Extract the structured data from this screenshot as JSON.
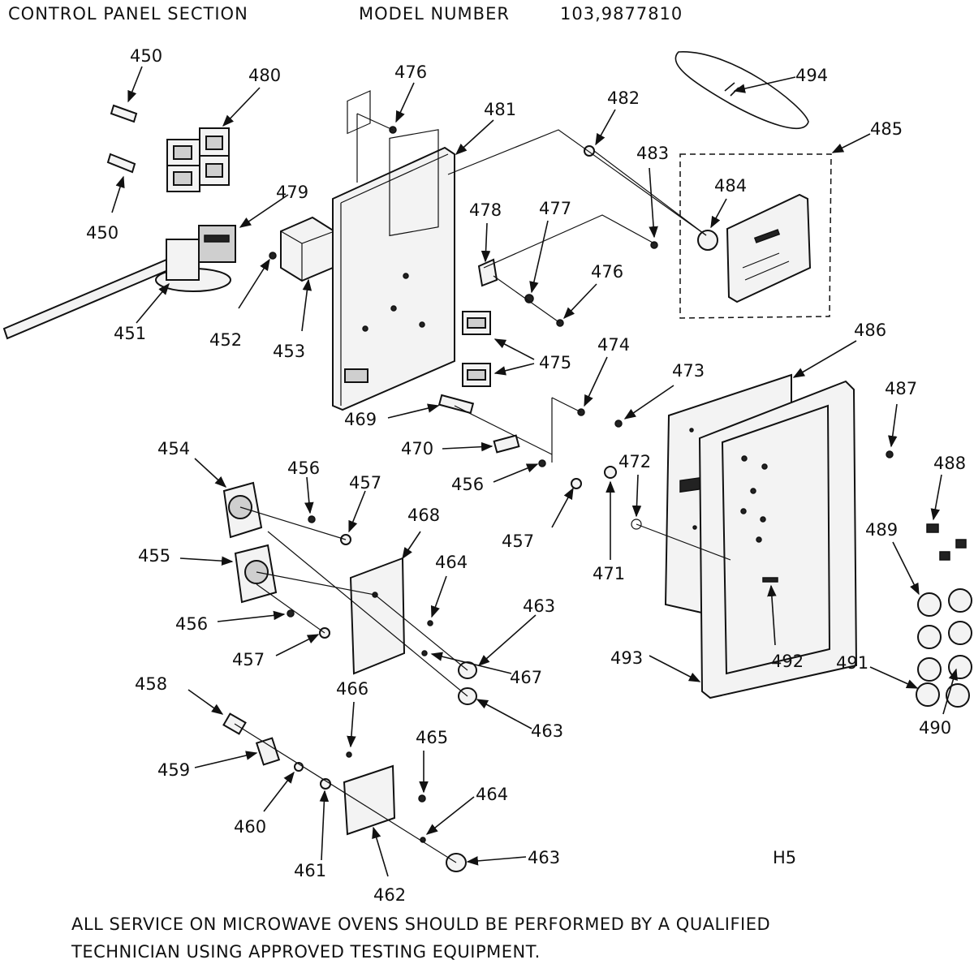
{
  "header": {
    "section": "CONTROL PANEL SECTION",
    "model_label": "MODEL NUMBER",
    "model_number": "103,9877810"
  },
  "callouts": [
    "450",
    "480",
    "476",
    "481",
    "482",
    "494",
    "485",
    "483",
    "484",
    "479",
    "478",
    "477",
    "476",
    "450",
    "451",
    "452",
    "453",
    "475",
    "474",
    "486",
    "473",
    "487",
    "469",
    "470",
    "454",
    "456",
    "457",
    "472",
    "488",
    "455",
    "468",
    "456",
    "457",
    "471",
    "489",
    "464",
    "463",
    "456",
    "457",
    "467",
    "493",
    "492",
    "491",
    "458",
    "466",
    "463",
    "490",
    "465",
    "459",
    "464",
    "460",
    "461",
    "463",
    "462",
    "H5"
  ],
  "footer": {
    "line1": "ALL SERVICE ON MICROWAVE OVENS SHOULD BE PERFORMED BY A QUALIFIED",
    "line2": "TECHNICIAN USING APPROVED TESTING EQUIPMENT."
  }
}
